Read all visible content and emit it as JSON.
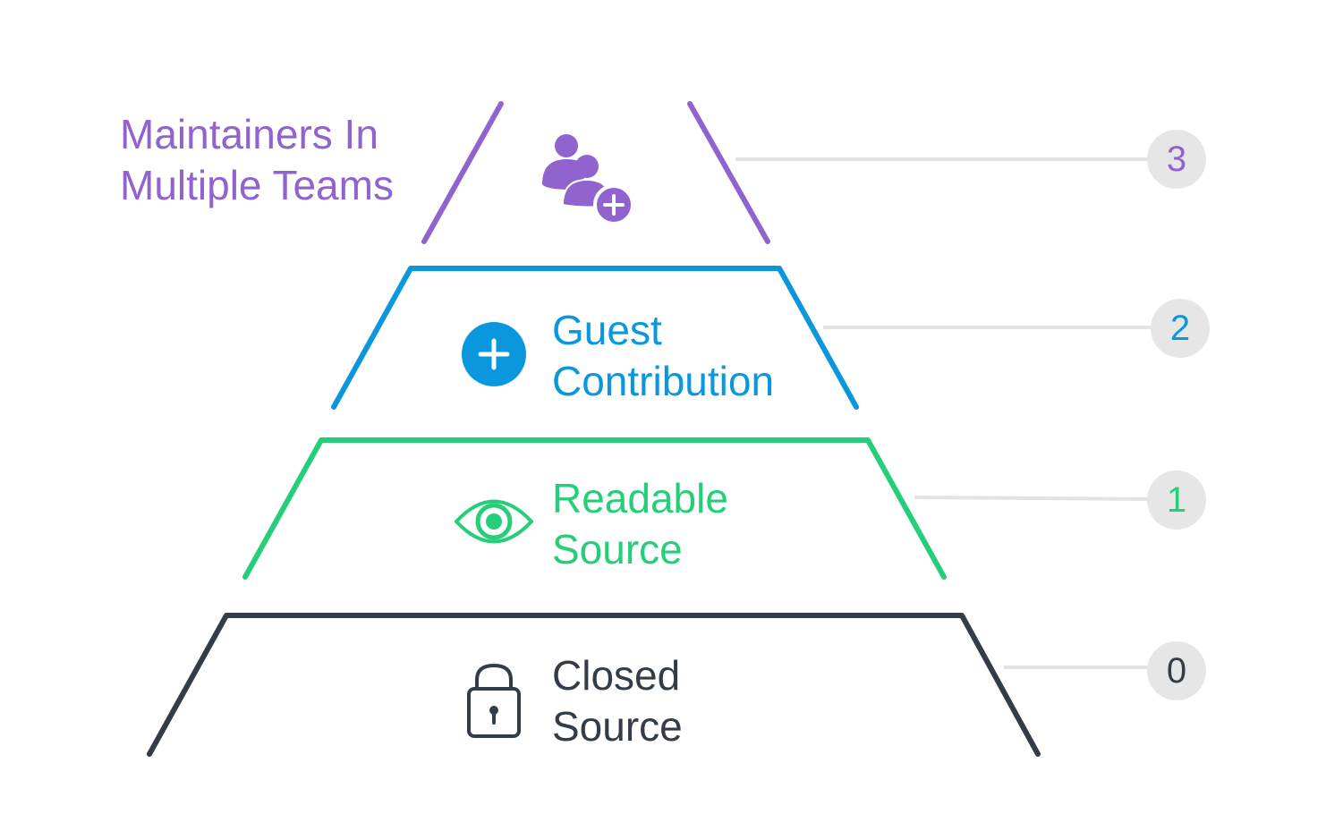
{
  "colors": {
    "level3": "#9163cf",
    "level2": "#0a97dd",
    "level1": "#27ce79",
    "level0": "#343d47",
    "connector": "#e3e3e3",
    "badge_bg": "#e6e6e6"
  },
  "levels": [
    {
      "number": "3",
      "line1": "Maintainers In",
      "line2": "Multiple Teams",
      "icon": "user-group-add-icon",
      "color": "#9163cf"
    },
    {
      "number": "2",
      "line1": "Guest",
      "line2": "Contribution",
      "icon": "plus-circle-icon",
      "color": "#0a97dd"
    },
    {
      "number": "1",
      "line1": "Readable",
      "line2": "Source",
      "icon": "eye-icon",
      "color": "#27ce79"
    },
    {
      "number": "0",
      "line1": "Closed",
      "line2": "Source",
      "icon": "lock-icon",
      "color": "#343d47"
    }
  ]
}
